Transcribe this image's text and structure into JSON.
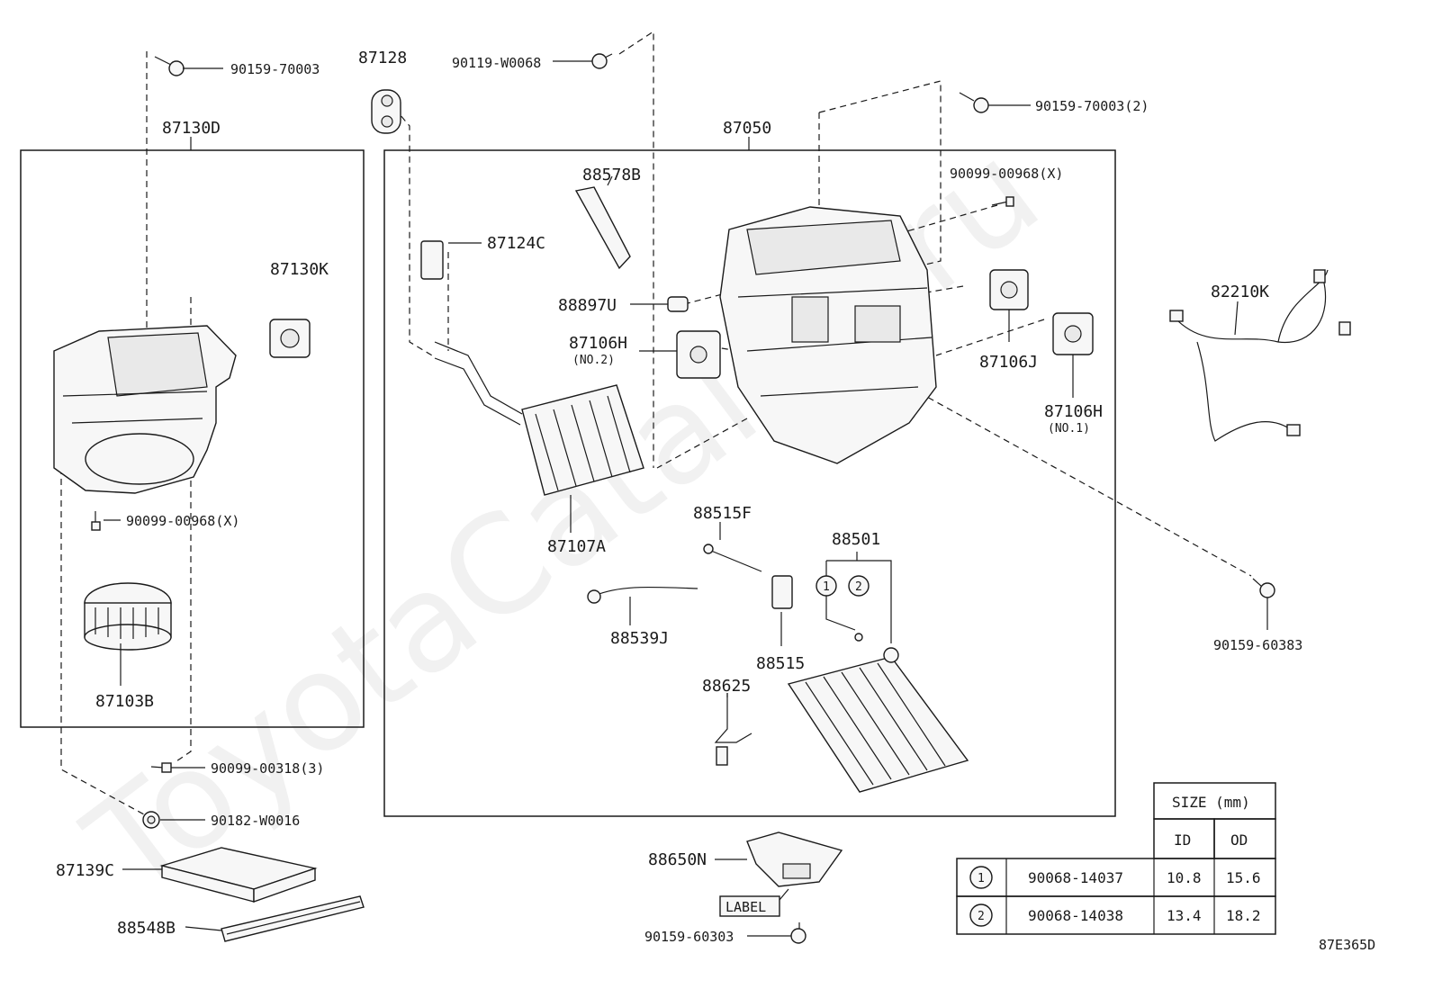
{
  "watermark": "ToyotaCatalog.ru",
  "diagram_code": "87E365D",
  "groups": {
    "blower": "87130D",
    "heater_unit": "87050"
  },
  "labels": {
    "p90159_70003": "90159-70003",
    "p87128": "87128",
    "p90119_w0068": "90119-W0068",
    "p90159_70003_2": "90159-70003(2)",
    "p88578b": "88578B",
    "p90099_00968x_top": "90099-00968(X)",
    "p87124c": "87124C",
    "p87130k": "87130K",
    "p88897u": "88897U",
    "p87106h_no2": "87106H",
    "p87106h_no2_sub": "(NO.2)",
    "p87106j": "87106J",
    "p87106h_no1": "87106H",
    "p87106h_no1_sub": "(NO.1)",
    "p82210k": "82210K",
    "p90099_00968x_left": "90099-00968(X)",
    "p87107a": "87107A",
    "p88515f": "88515F",
    "p88501": "88501",
    "p88539j": "88539J",
    "p88515": "88515",
    "p88625": "88625",
    "p90159_60383": "90159-60383",
    "p87103b": "87103B",
    "p90099_00318_3": "90099-00318(3)",
    "p90182_w0016": "90182-W0016",
    "p87139c": "87139C",
    "p88548b": "88548B",
    "p88650n": "88650N",
    "label_tag": "LABEL",
    "p90159_60303": "90159-60303",
    "circle1": "1",
    "circle2": "2"
  },
  "size_table": {
    "header": "SIZE (mm)",
    "col_id": "ID",
    "col_od": "OD",
    "rows": [
      {
        "mark": "1",
        "part": "90068-14037",
        "id": "10.8",
        "od": "15.6"
      },
      {
        "mark": "2",
        "part": "90068-14038",
        "id": "13.4",
        "od": "18.2"
      }
    ]
  }
}
